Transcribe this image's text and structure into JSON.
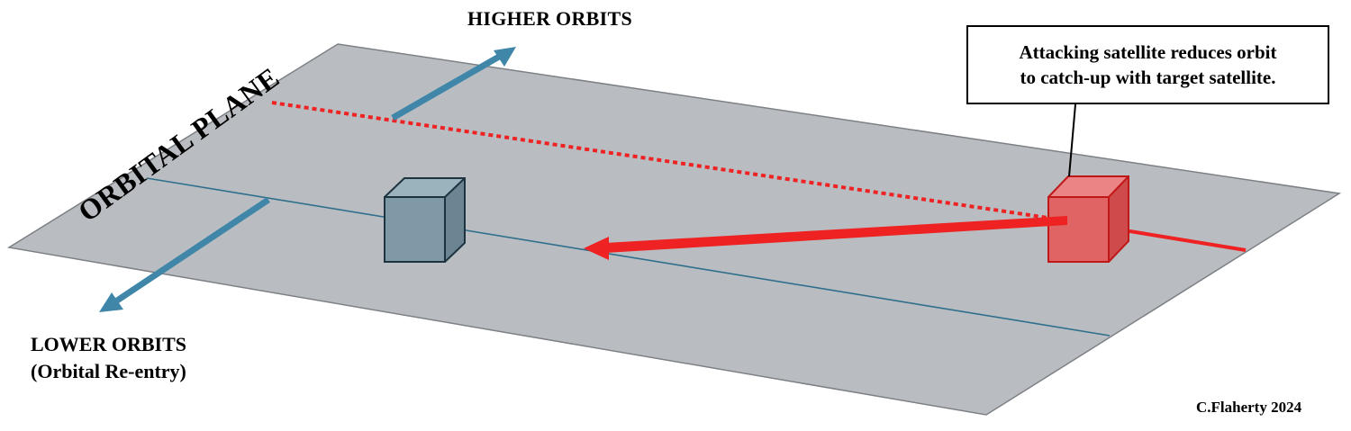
{
  "labels": {
    "higher_orbits": "HIGHER ORBITS",
    "lower_orbits": "LOWER ORBITS",
    "lower_orbits_note": "(Orbital Re-entry)",
    "orbital_plane": "ORBITAL PLANE",
    "credit": "C.Flaherty 2024"
  },
  "callout": {
    "line1": "Attacking satellite reduces orbit",
    "line2": "to catch-up with target satellite."
  },
  "colors": {
    "plane_fill": "#b9bdc1",
    "plane_edge": "#7d8186",
    "orbit_line": "#2f6f8c",
    "axis_arrow": "#3f86a8",
    "target_front": "#7f9aa6",
    "target_top": "#9bb3bd",
    "target_side": "#6b8692",
    "target_edge": "#1d3440",
    "attacker_front": "#e06464",
    "attacker_top": "#eb8585",
    "attacker_side": "#cf4a4a",
    "attacker_edge": "#c01818",
    "attack_path": "#ee2222"
  }
}
